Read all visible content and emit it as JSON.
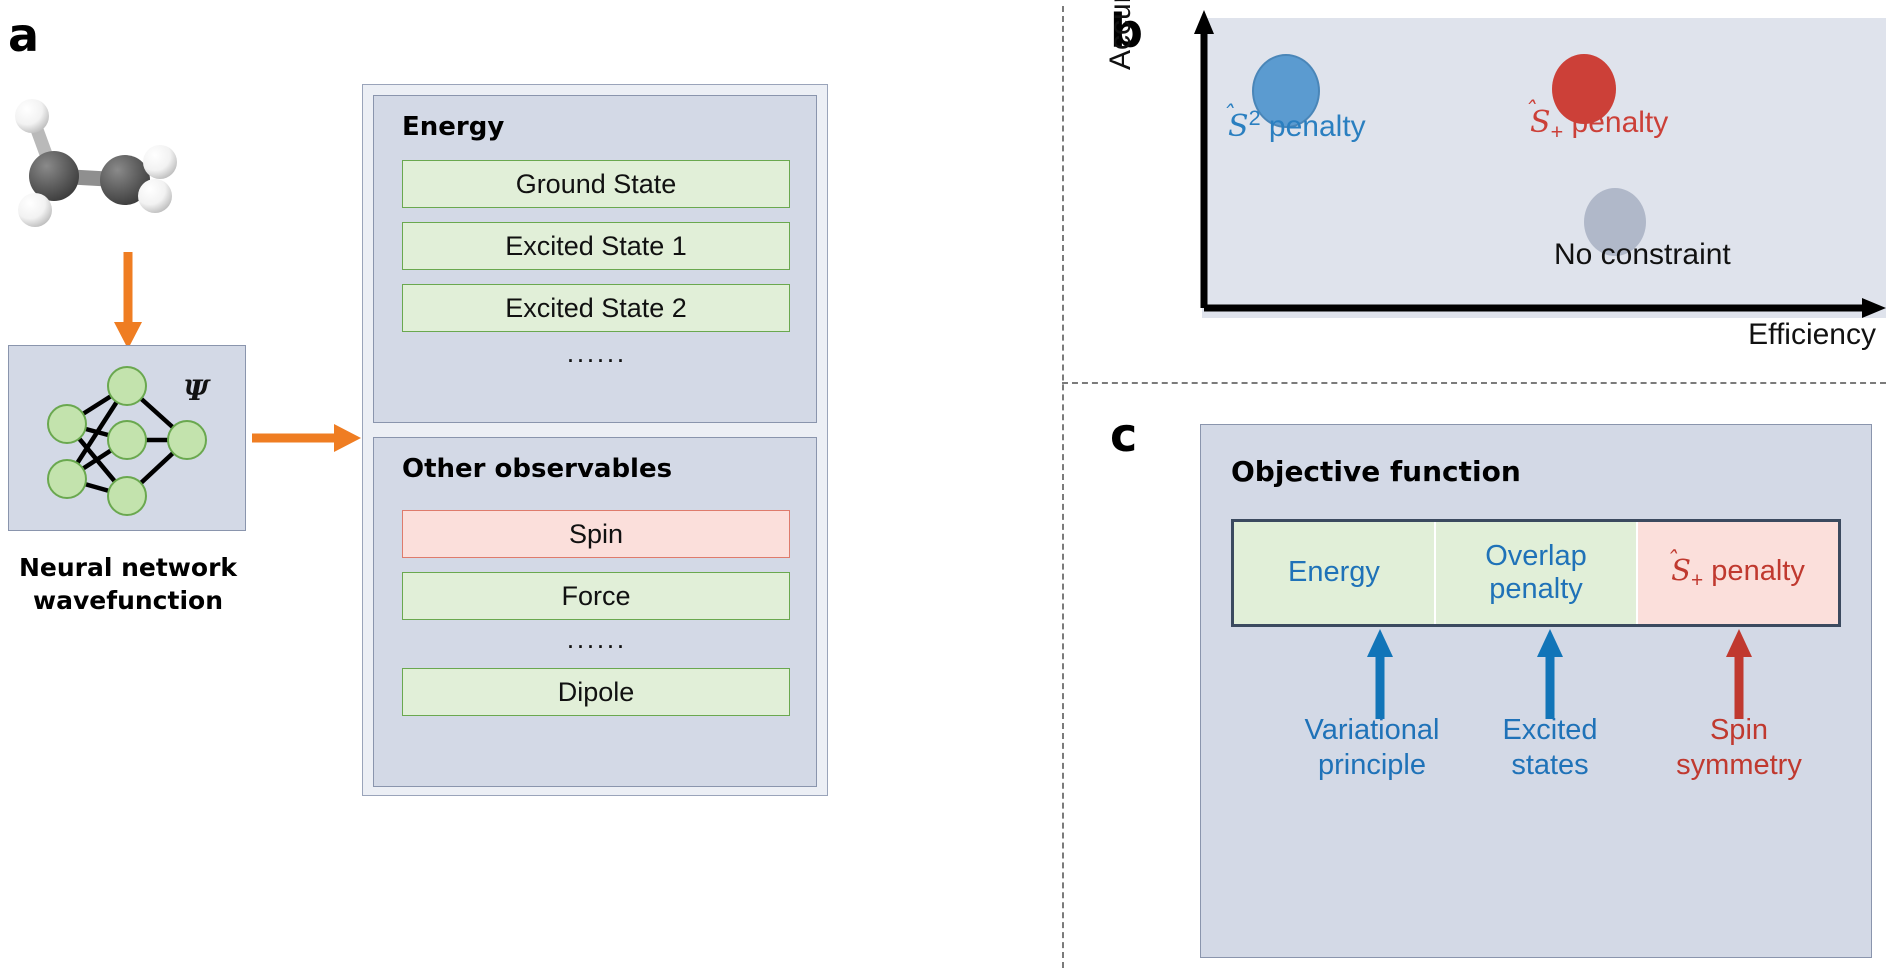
{
  "panels": {
    "a": {
      "letter": "a",
      "molecule_alt": "ethylene-ball-and-stick-model",
      "nn_caption_line1": "Neural network",
      "nn_caption_line2": "wavefunction",
      "psi_symbol": "Ψ",
      "groups": [
        {
          "title": "Energy",
          "items": [
            {
              "label": "Ground State",
              "color": "green"
            },
            {
              "label": "Excited State 1",
              "color": "green"
            },
            {
              "label": "Excited State 2",
              "color": "green"
            }
          ],
          "ellipsis": "······"
        },
        {
          "title": "Other observables",
          "items": [
            {
              "label": "Spin",
              "color": "red"
            },
            {
              "label": "Force",
              "color": "green"
            },
            {
              "label": "Dipole",
              "color": "green"
            }
          ],
          "ellipsis": "······"
        }
      ]
    },
    "b": {
      "letter": "b",
      "chart_data": {
        "type": "scatter",
        "title": "",
        "xlabel": "Efficiency",
        "ylabel": "Accuracy",
        "xlim": [
          0,
          1
        ],
        "ylim": [
          0,
          1
        ],
        "grid": false,
        "legend": "none",
        "points": [
          {
            "label": "Ŝ² penalty",
            "x": 0.22,
            "y": 0.82,
            "color": "#5b9bd0",
            "label_color": "#2a7fc0",
            "label_sym": "S",
            "label_sup": "2",
            "label_sub": "",
            "label_rest": " penalty"
          },
          {
            "label": "Ŝ₊ penalty",
            "x": 0.66,
            "y": 0.82,
            "color": "#cc4038",
            "label_color": "#cc4038",
            "label_sym": "S",
            "label_sup": "",
            "label_sub": "+",
            "label_rest": " penalty"
          },
          {
            "label": "No constraint",
            "x": 0.73,
            "y": 0.33,
            "color": "#b0b8c9",
            "label_color": "#111111",
            "label_sym": "",
            "label_sup": "",
            "label_sub": "",
            "label_rest": "No constraint"
          }
        ]
      }
    },
    "c": {
      "letter": "c",
      "title": "Objective function",
      "cells": [
        {
          "text": "Energy",
          "color": "green"
        },
        {
          "text": "Overlap\npenalty",
          "color": "green"
        },
        {
          "text_sym": "S",
          "text_sub": "+",
          "text_rest": " penalty",
          "color": "red"
        }
      ],
      "footers": [
        {
          "line1": "Variational",
          "line2": "principle",
          "color": "#1f72b8",
          "arrow_color": "#1275b8"
        },
        {
          "line1": "Excited",
          "line2": "states",
          "color": "#1f72b8",
          "arrow_color": "#1275b8"
        },
        {
          "line1": "Spin",
          "line2": "symmetry",
          "color": "#c0392f",
          "arrow_color": "#c0392f"
        }
      ]
    }
  },
  "colors": {
    "panel_bg": "#d3d9e6",
    "outer_bg": "#eceff5",
    "green_fill": "#e1efd8",
    "green_border": "#6aa84f",
    "red_fill": "#fbdfdb",
    "red_border": "#de7b6c",
    "orange_arrow": "#ef7d22",
    "blue_accent": "#1f72b8",
    "red_accent": "#c0392f",
    "plot_bg": "#dfe3ec",
    "node_fill": "#c3e3ad",
    "node_border": "#6aa84f"
  }
}
